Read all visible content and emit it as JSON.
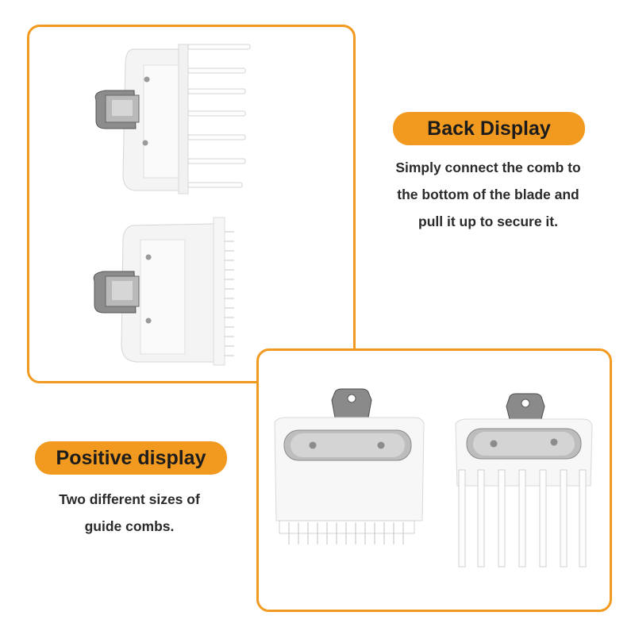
{
  "back": {
    "title": "Back Display",
    "lines": [
      "Simply connect the comb to",
      "the bottom of the blade and",
      "pull it up to secure it."
    ]
  },
  "front": {
    "title": "Positive display",
    "lines": [
      "Two different sizes of",
      "guide combs."
    ]
  },
  "colors": {
    "accent": "#f29a1f",
    "text": "#1e1e1e"
  }
}
